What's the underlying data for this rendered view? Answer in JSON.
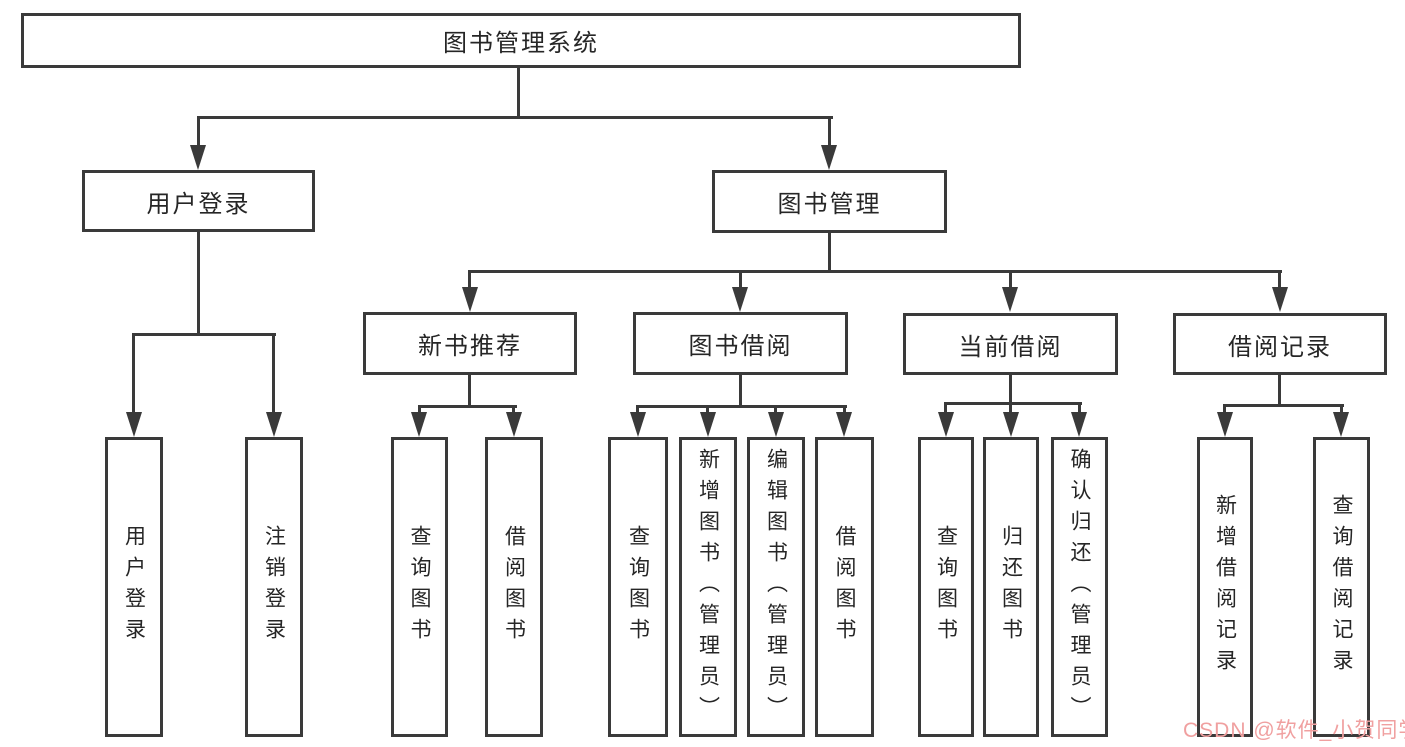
{
  "diagram": {
    "root": "图书管理系统",
    "level2": {
      "login": "用户登录",
      "manage": "图书管理"
    },
    "level3": {
      "recommend": "新书推荐",
      "borrow": "图书借阅",
      "current": "当前借阅",
      "records": "借阅记录"
    },
    "leaves": {
      "login": [
        "用户登录",
        "注销登录"
      ],
      "recommend": [
        "查询图书",
        "借阅图书"
      ],
      "borrow": [
        "查询图书",
        "新增图书（管理员）",
        "编辑图书（管理员）",
        "借阅图书"
      ],
      "current": [
        "查询图书",
        "归还图书",
        "确认归还（管理员）"
      ],
      "records": [
        "新增借阅记录",
        "查询借阅记录"
      ]
    }
  },
  "watermark": {
    "text": "CSDN @软件_小贺同学",
    "color": "#f0a0a0"
  },
  "colors": {
    "line": "#3a3a3a",
    "text": "#262626",
    "background": "#ffffff"
  }
}
